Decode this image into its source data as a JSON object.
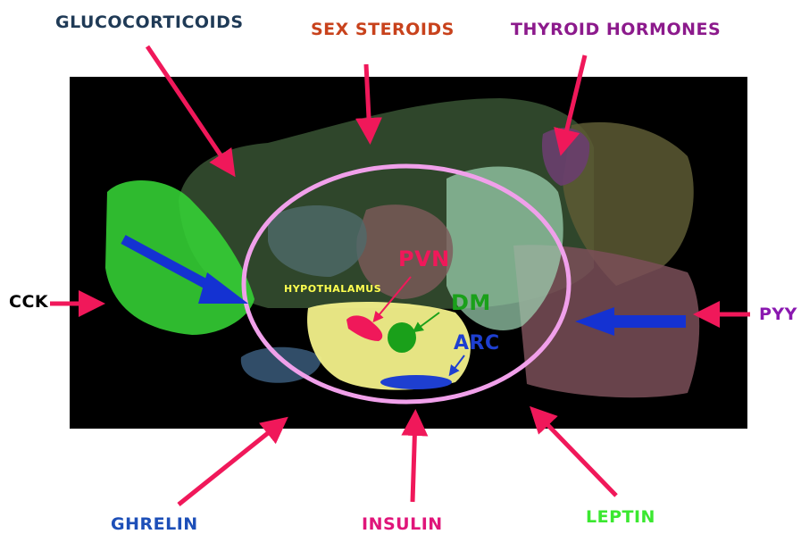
{
  "labels": {
    "glucocorticoids": "GLUCOCORTICOIDS",
    "sex_steroids": "SEX STEROIDS",
    "thyroid_hormones": "THYROID HORMONES",
    "cck": "CCK",
    "pyy": "PYY",
    "ghrelin": "GHRELIN",
    "insulin": "INSULIN",
    "leptin": "LEPTIN",
    "hypothalamus": "HYPOTHALAMUS",
    "pvn": "PVN",
    "dm": "DM",
    "arc": "ARC"
  },
  "colors": {
    "glucocorticoids": "#1f3a56",
    "sex_steroids": "#c8421c",
    "thyroid_hormones": "#8c1a8c",
    "cck": "#000000",
    "pyy": "#8a18b0",
    "ghrelin": "#1d4fb8",
    "insulin": "#e0157a",
    "leptin": "#3be830",
    "hypothalamus": "#ffff50",
    "pvn": "#f0185a",
    "dm": "#1aa01a",
    "arc": "#1e3fd0",
    "arrow": "#f0185a",
    "blue_arrow": "#1432d2",
    "ellipse": "#f0a0ea",
    "background": "#000000"
  }
}
